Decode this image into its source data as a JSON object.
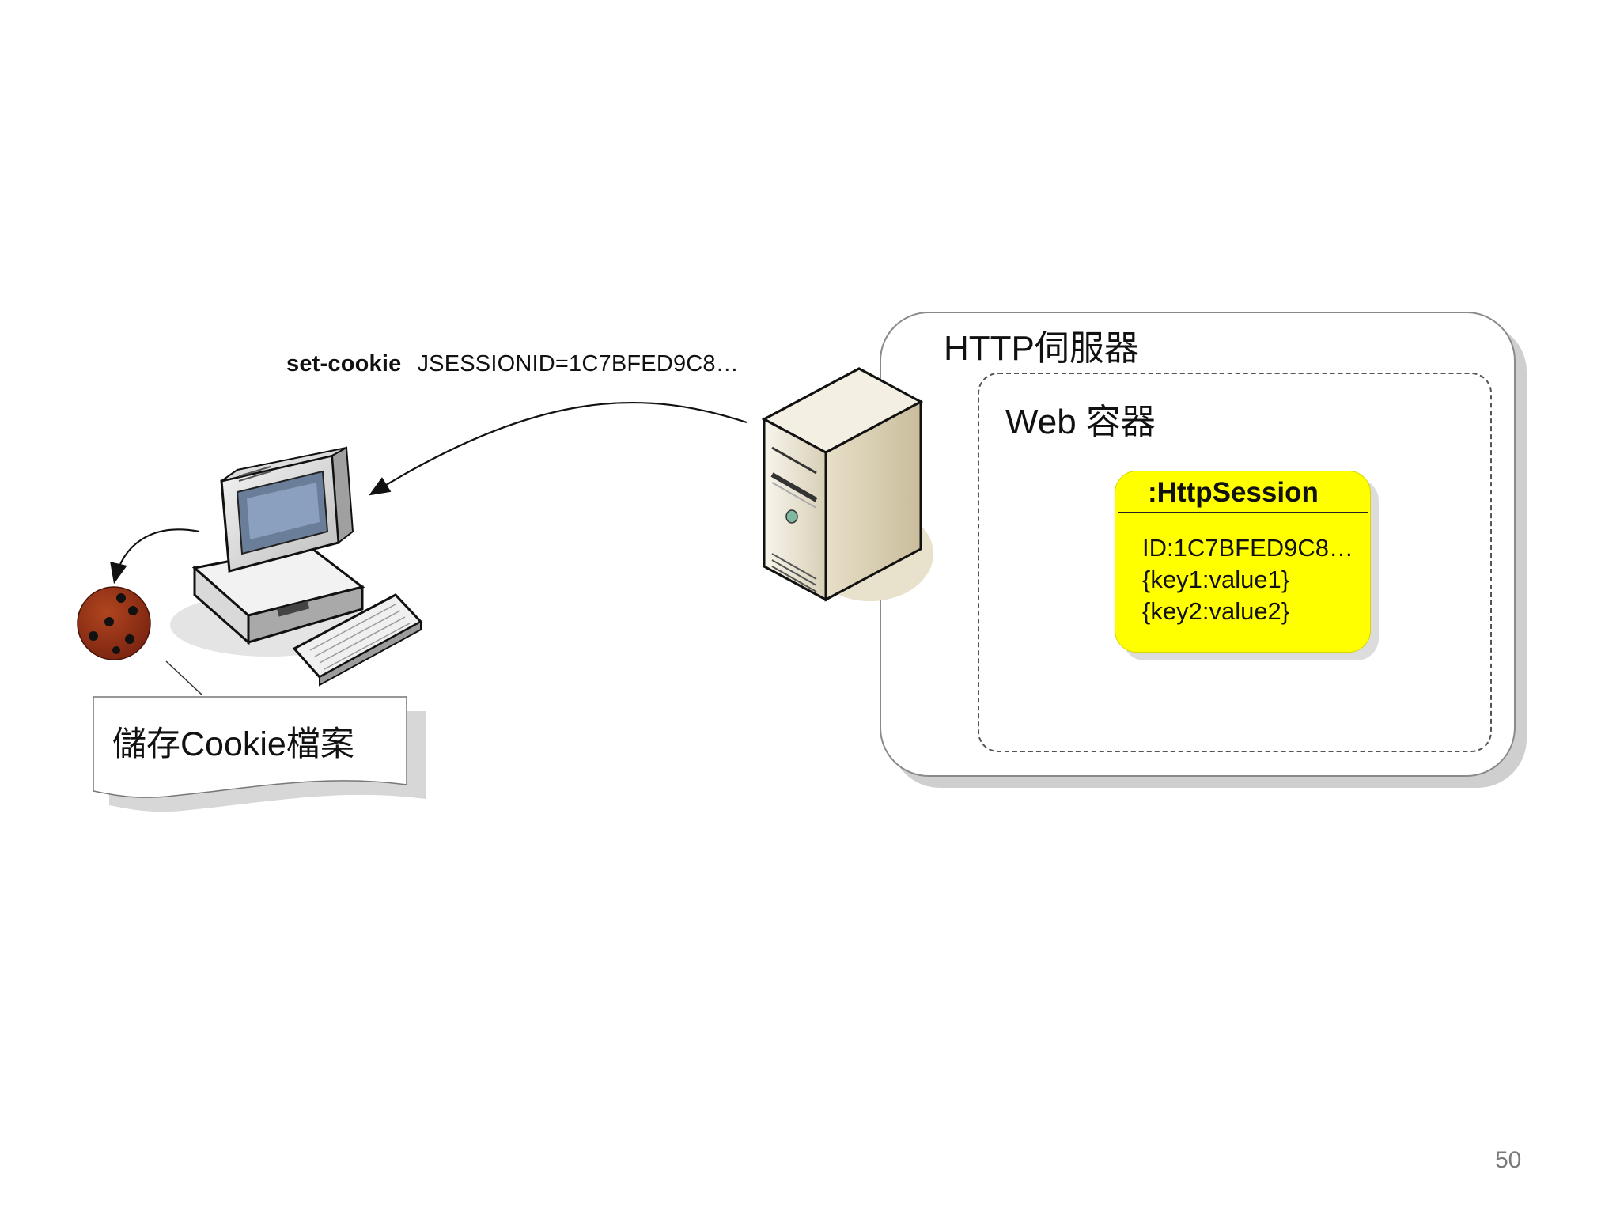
{
  "arrow_label": {
    "keyword": "set-cookie",
    "value": "JSESSIONID=1C7BFED9C8…"
  },
  "server": {
    "title": "HTTP伺服器"
  },
  "web_container": {
    "title": "Web 容器"
  },
  "session": {
    "title": ":HttpSession",
    "lines": [
      "ID:1C7BFED9C8…",
      "{key1:value1}",
      "{key2:value2}"
    ]
  },
  "cookie_note": {
    "label": "儲存Cookie檔案"
  },
  "page_number": "50",
  "colors": {
    "session_fill": "#ffff00",
    "cookie": "#8b2a14",
    "server_beige": "#e9e2cf"
  }
}
